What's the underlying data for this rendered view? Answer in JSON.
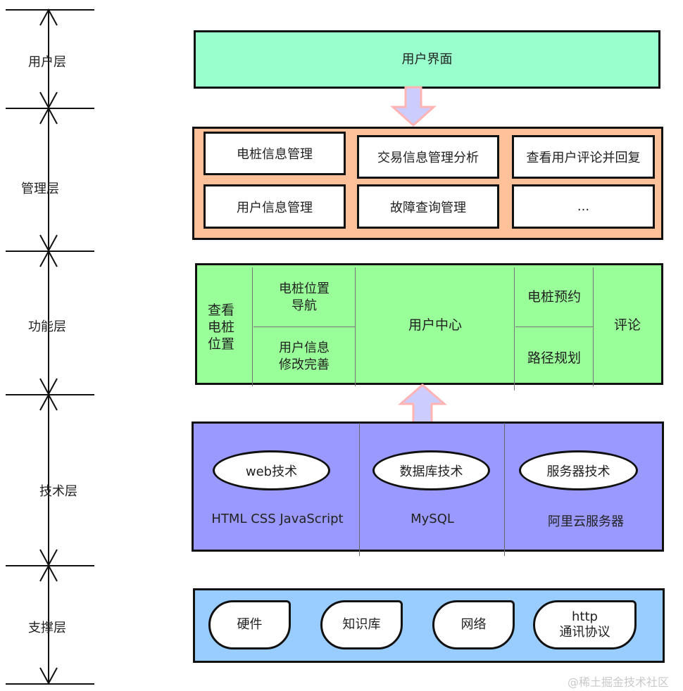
{
  "layers": [
    {
      "key": "user",
      "label": "用户层"
    },
    {
      "key": "management",
      "label": "管理层"
    },
    {
      "key": "function",
      "label": "功能层"
    },
    {
      "key": "technology",
      "label": "技术层"
    },
    {
      "key": "support",
      "label": "支撑层"
    }
  ],
  "user_layer": {
    "interface": "用户界面"
  },
  "management_layer": {
    "cards": [
      "电桩信息管理",
      "交易信息管理分析",
      "查看用户评论并回复",
      "用户信息管理",
      "故障查询管理",
      "..."
    ]
  },
  "function_layer": {
    "view_pile_position": "查看\n电桩\n位置",
    "pile_navigation": "电桩位置\n导航",
    "user_info_edit": "用户信息\n修改完善",
    "user_center": "用户中心",
    "pile_reservation": "电桩预约",
    "route_planning": "路径规划",
    "comment": "评论"
  },
  "technology_layer": {
    "columns": [
      {
        "tech": "web技术",
        "detail": "HTML CSS JavaScript"
      },
      {
        "tech": "数据库技术",
        "detail": "MySQL"
      },
      {
        "tech": "服务器技术",
        "detail": "阿里云服务器"
      }
    ]
  },
  "support_layer": {
    "items": [
      "硬件",
      "知识库",
      "网络",
      "http\n通讯协议"
    ]
  },
  "watermark": "@稀土掘金技术社区",
  "colors": {
    "user_layer": "#99ffcc",
    "management_layer": "#ffc199",
    "function_layer": "#99ff99",
    "technology_layer": "#9999ff",
    "support_layer": "#99ccff",
    "arrow_fill": "#ccccff",
    "arrow_stroke": "#ffb3b3"
  }
}
